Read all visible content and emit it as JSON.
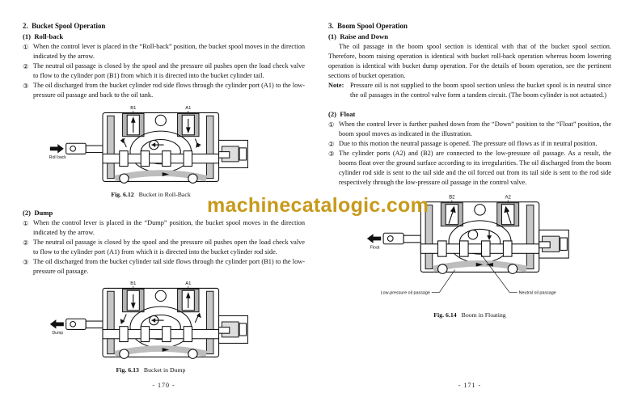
{
  "watermark": {
    "text": "machinecatalogic.com",
    "color": "#c79a1b"
  },
  "left_page": {
    "heading": "2.  Bucket Spool Operation",
    "roll_back": {
      "heading": "(1)  Roll-back",
      "items": [
        {
          "num": "①",
          "text": "When the control lever is placed in the “Roll-back” position, the bucket spool moves in the direction indicated by the arrow."
        },
        {
          "num": "②",
          "text": "The neutral oil passage is closed by the spool and the pressure oil pushes open the load check valve to flow to the cylinder port (B1) from which it is directed into the bucket cylinder tail."
        },
        {
          "num": "③",
          "text": "The oil discharged from the bucket cylinder rod side flows through the cylinder port (A1) to the low-pressure oil passage and back to the oil tank."
        }
      ]
    },
    "fig_roll_back": {
      "port_left": "B1",
      "port_right": "A1",
      "lever_label": "Roll back",
      "caption_num": "Fig. 6.12",
      "caption": "Bucket in Roll-Back"
    },
    "dump": {
      "heading": "(2)  Dump",
      "items": [
        {
          "num": "①",
          "text": "When the control lever is placed in the “Dump” position, the bucket spool moves in the direction indicated by the arrow."
        },
        {
          "num": "②",
          "text": "The neutral oil passage is closed by the spool and the pressure oil pushes open the load check valve to flow to the cylinder port (A1) from which it is directed into the bucket cylinder rod side."
        },
        {
          "num": "③",
          "text": "The oil discharged from the bucket cylinder tail side flows through the cylinder port (B1) to the low-pressure oil passage."
        }
      ]
    },
    "fig_dump": {
      "port_left": "B1",
      "port_right": "A1",
      "lever_label": "Dump",
      "caption_num": "Fig. 6.13",
      "caption": "Bucket in Dump"
    },
    "page_number": "- 170 -"
  },
  "right_page": {
    "heading": "3.  Boom Spool Operation",
    "raise_down": {
      "heading": "(1)  Raise and Down",
      "paragraph": "The oil passage in the boom spool section is identical with that of the bucket spool section.  Therefore, boom raising operation is identical with bucket roll-back operation whereas boom lowering operation is identical with bucket dump operation.  For the details of boom operation, see the pertinent sections of bucket operation.",
      "note_label": "Note:",
      "note_text": "Pressure oil is not supplied to the boom spool section unless the bucket spool is in neutral since the oil passages in the control valve form a tandem circuit.  (The boom cylinder is not actuated.)"
    },
    "float": {
      "heading": "(2)  Float",
      "items": [
        {
          "num": "①",
          "text": "When the control lever is further pushed down from the “Down” position to the “Float” position, the boom spool moves as indicated in the illustration."
        },
        {
          "num": "②",
          "text": "Due to this motion the neutral passage is opened.  The pressure oil flows as if in neutral position."
        },
        {
          "num": "③",
          "text": "The cylinder ports (A2) and (B2) are connected to the low-pressure oil passage.  As a result, the booms float over the ground surface according to its irregularities.  The oil discharged from the boom cylinder rod side is sent to the tail side and the oil forced out from its tail side is sent to the rod side respectively through the low-pressure oil passage in the control valve."
        }
      ]
    },
    "fig_float": {
      "port_left": "B2",
      "port_right": "A2",
      "lever_label": "Float",
      "callout_left": "Low-pressure oil passage",
      "callout_right": "Neutral oil passage",
      "caption_num": "Fig. 6.14",
      "caption": "Boom in Floating"
    },
    "page_number": "- 171 -"
  }
}
